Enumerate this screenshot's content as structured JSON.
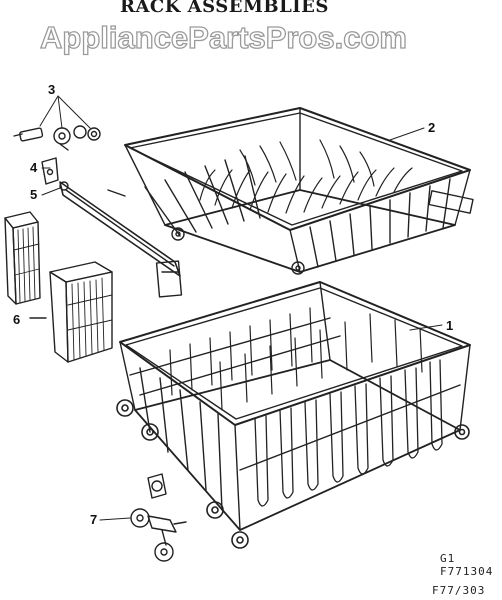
{
  "title": "RACK ASSEMBLIES",
  "watermark": "AppliancePartsPros.com",
  "callouts": {
    "c1": "1",
    "c2": "2",
    "c3": "3",
    "c4": "4",
    "c5": "5",
    "c6": "6",
    "c7": "7"
  },
  "codes": {
    "section": "G1",
    "figure": "F771304",
    "date": "F77/303"
  }
}
